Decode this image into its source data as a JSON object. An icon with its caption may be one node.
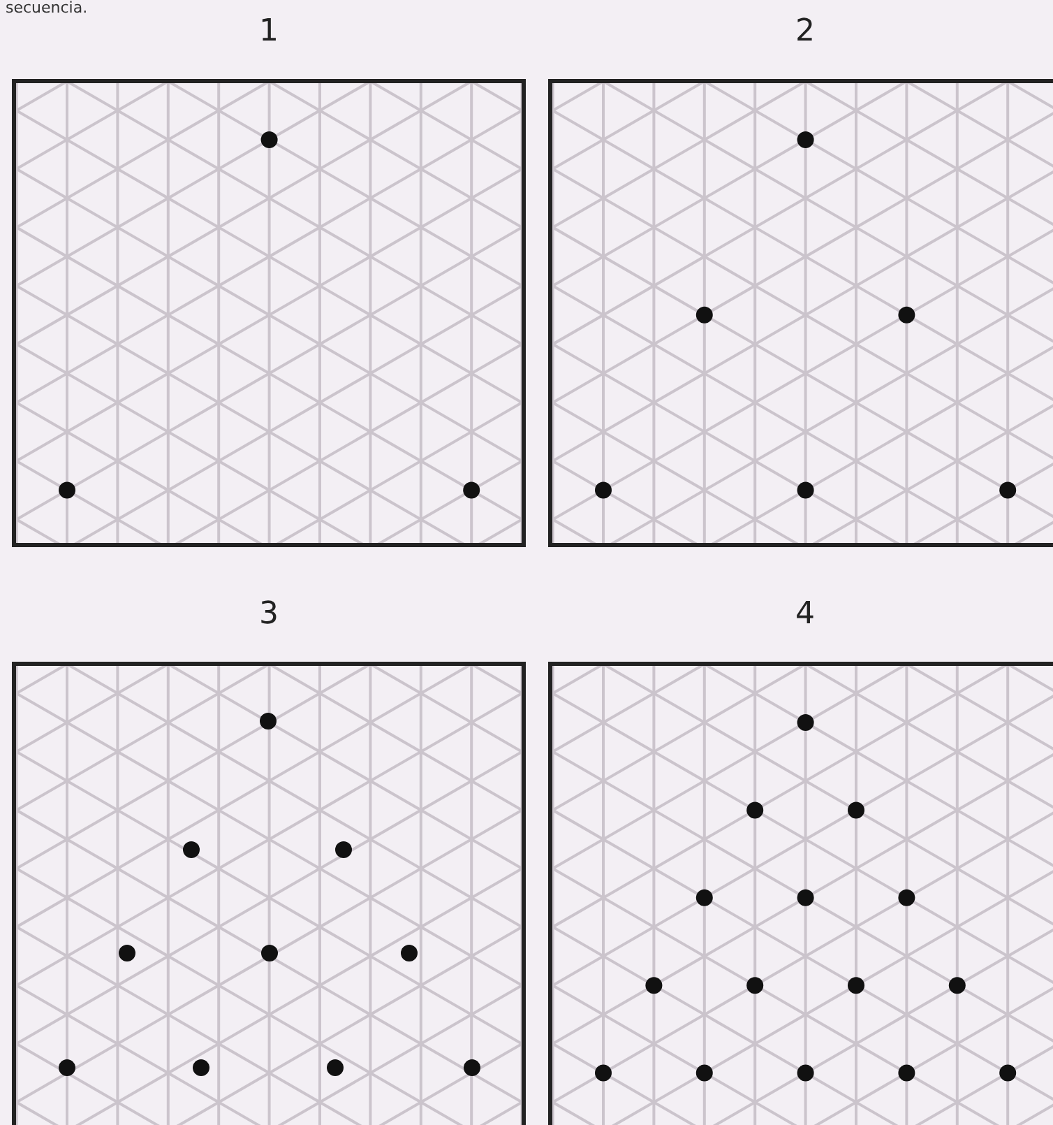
{
  "diagram": {
    "nodes": [
      {
        "text": [
          "1"
        ]
      },
      {
        "text": [
          "2"
        ]
      },
      {
        "text": [
          "3"
        ]
      },
      {
        "text": [
          "4"
        ]
      }
    ],
    "labels": [
      "secuencia."
    ]
  }
}
